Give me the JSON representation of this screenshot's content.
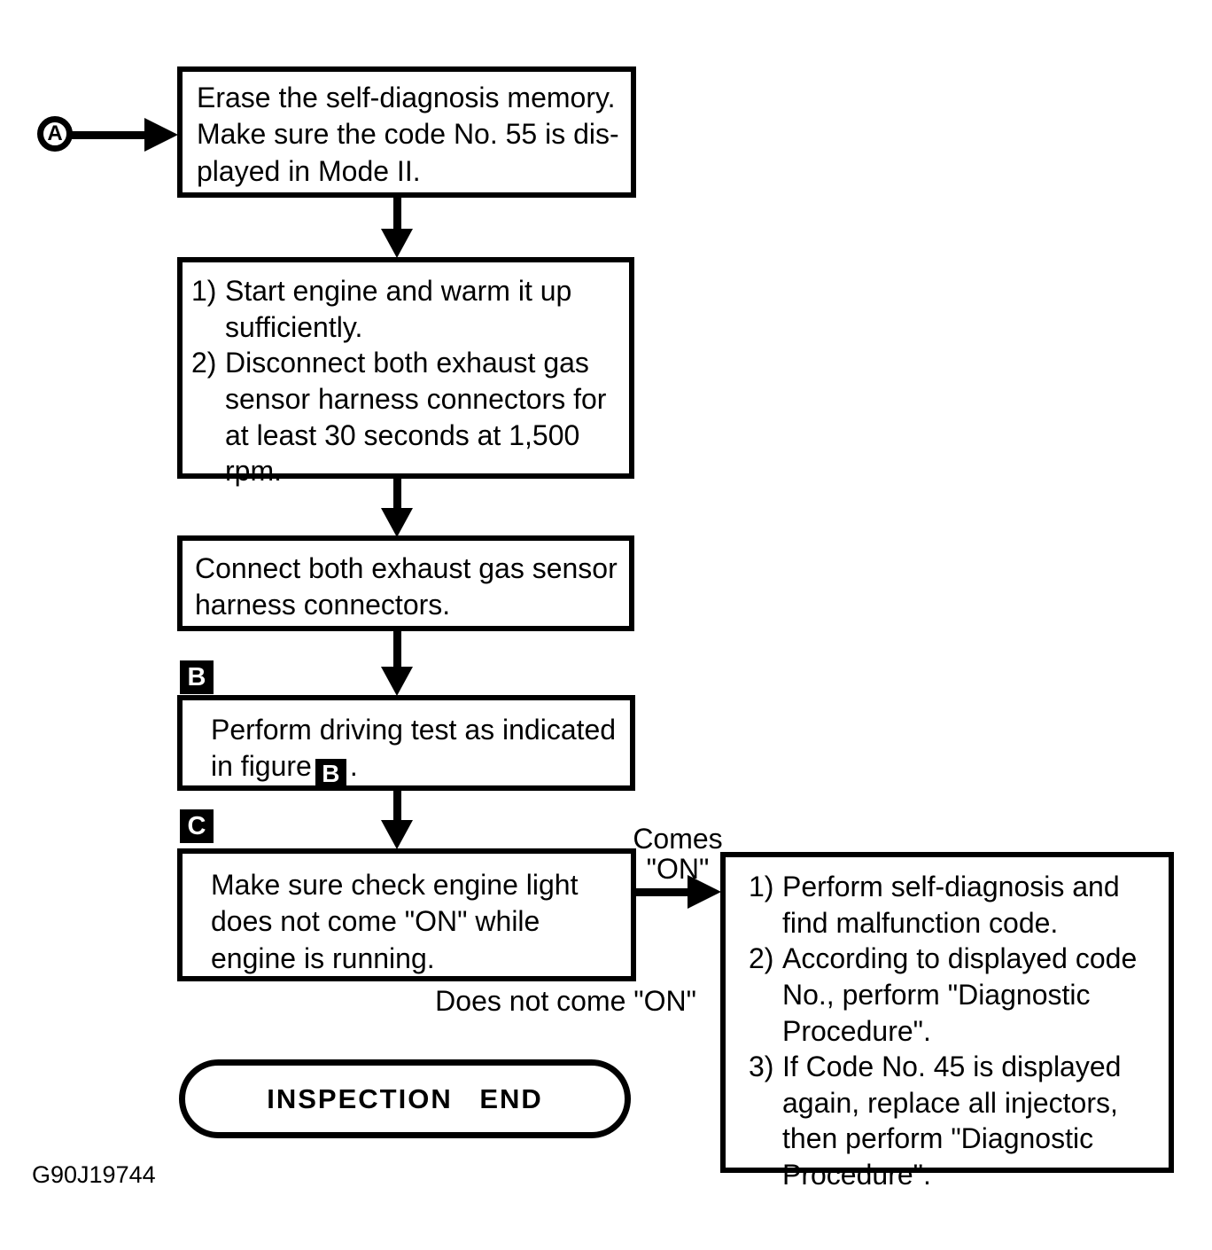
{
  "diagram": {
    "figure_id": "G90J19744",
    "connector_a": "A",
    "label_b": "B",
    "label_c": "C",
    "boxes": {
      "erase_memory": {
        "text": "Erase the self-diagnosis memory.\nMake sure the code No. 55 is dis-\nplayed in Mode II."
      },
      "warm_up": {
        "items": [
          {
            "num": "1)",
            "text": "Start engine and warm it up\nsufficiently."
          },
          {
            "num": "2)",
            "text": "Disconnect both exhaust gas\nsensor harness connectors for\nat least 30 seconds at 1,500\nrpm."
          }
        ]
      },
      "connect_sensors": {
        "text": "Connect both exhaust gas sensor\nharness connectors."
      },
      "driving_test": {
        "line1": "Perform driving test as indicated",
        "line2_prefix": "in figure",
        "figure_ref": "B",
        "line2_suffix": "."
      },
      "check_light": {
        "text": "Make sure check engine light\ndoes not come \"ON\" while\nengine is running."
      },
      "malfunction": {
        "items": [
          {
            "num": "1)",
            "text": "Perform self-diagnosis and\nfind malfunction code."
          },
          {
            "num": "2)",
            "text": "According to displayed code\nNo., perform \"Diagnostic\nProcedure\"."
          },
          {
            "num": "3)",
            "text": "If Code No. 45 is displayed\nagain, replace all injectors,\nthen perform \"Diagnostic\nProcedure\"."
          }
        ]
      }
    },
    "edges": {
      "comes_on": "Comes\n\"ON\"",
      "does_not_come_on": "Does not come \"ON\""
    },
    "terminal": {
      "inspection_end": "INSPECTION END"
    }
  }
}
